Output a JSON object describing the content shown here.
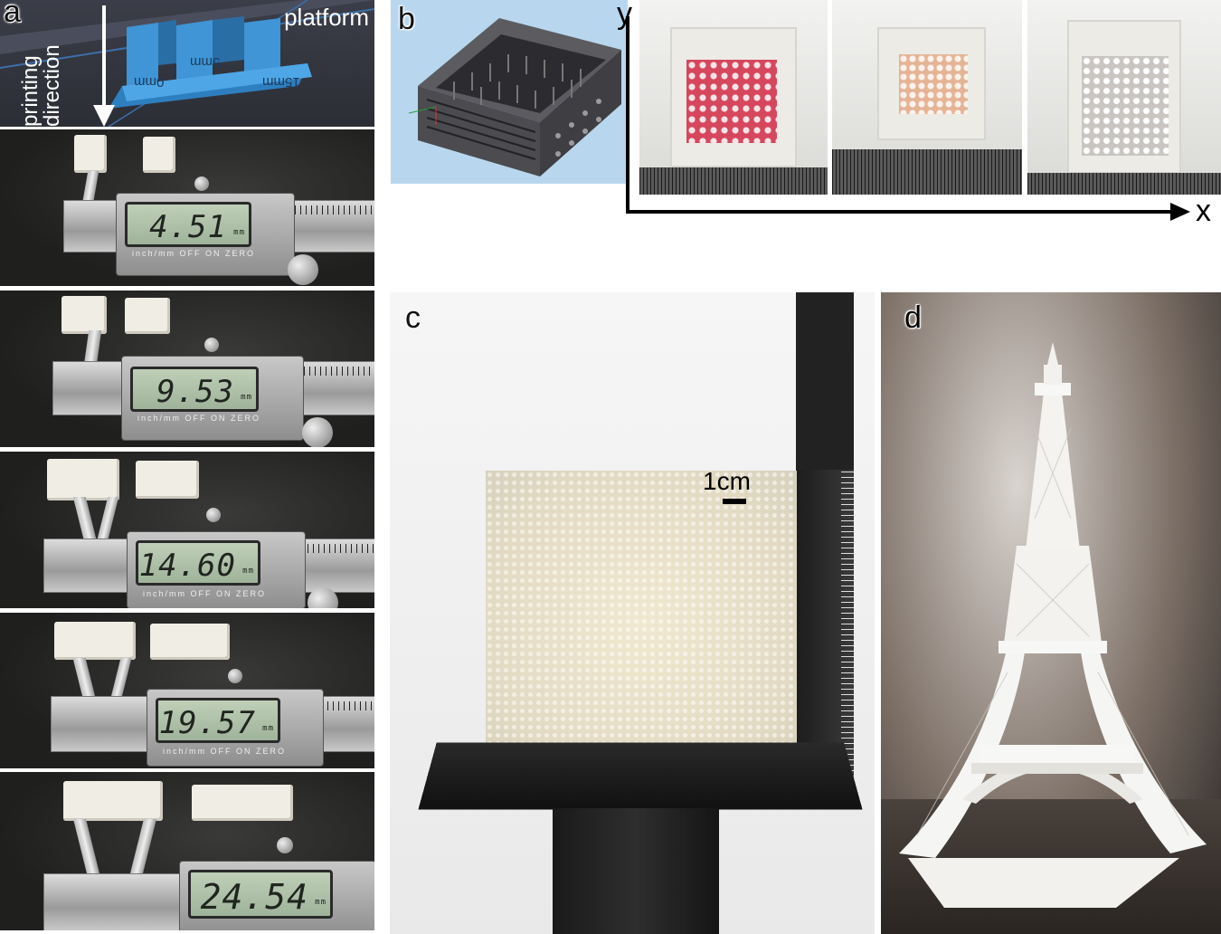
{
  "panels": {
    "a": {
      "letter": "a",
      "platform_label": "platform",
      "direction_label_line1": "printing",
      "direction_label_line2": "direction",
      "model_labels": [
        "0mm",
        "5mm",
        "15mm"
      ],
      "readings": [
        {
          "value": "4.51",
          "unit": "mm"
        },
        {
          "value": "9.53",
          "unit": "mm"
        },
        {
          "value": "14.60",
          "unit": "mm"
        },
        {
          "value": "19.57",
          "unit": "mm"
        },
        {
          "value": "24.54",
          "unit": "mm"
        }
      ],
      "caliper_buttons": "inch/mm   OFF   ON   ZERO"
    },
    "b": {
      "letter": "b",
      "axis_y": "y",
      "axis_x": "x"
    },
    "c": {
      "letter": "c",
      "scale_label": "1cm"
    },
    "d": {
      "letter": "d"
    }
  },
  "colors": {
    "platform_blue": "#3f95d6",
    "cad_background": "#b8d7ee",
    "dye_red": "#d6475e"
  }
}
